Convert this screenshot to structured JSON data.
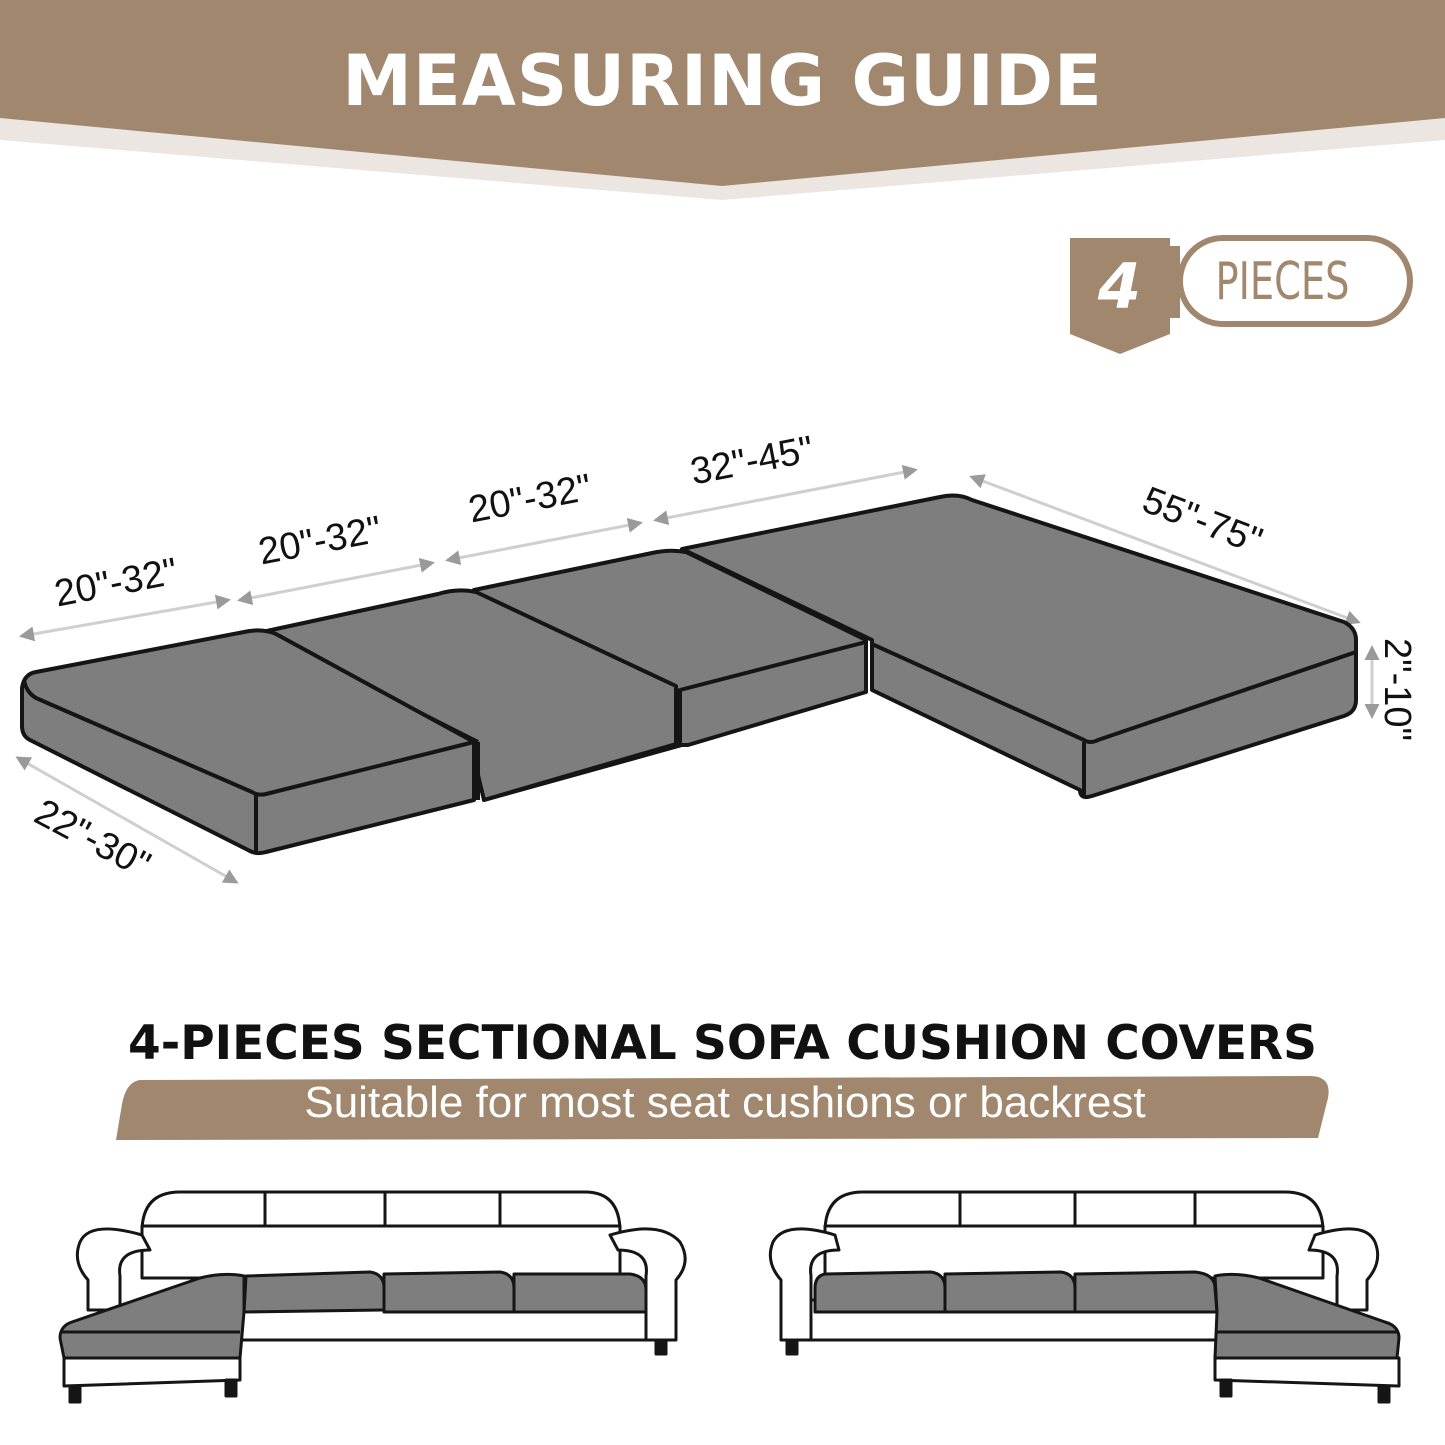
{
  "banner": {
    "title": "MEASURING GUIDE"
  },
  "badge": {
    "number": "4",
    "label": "PIECES"
  },
  "dimensions": {
    "seat_1": "20\"-32\"",
    "seat_2": "20\"-32\"",
    "seat_3": "20\"-32\"",
    "chaise_width": "32\"-45\"",
    "chaise_length": "55\"-75\"",
    "thickness": "2\"-10\"",
    "depth": "22\"-30\""
  },
  "headline": "4-PIECES SECTIONAL SOFA CUSHION COVERS",
  "subline": "Suitable for most seat cushions or backrest",
  "colors": {
    "accent": "#a0876d",
    "cushion": "#808080",
    "text": "#111111"
  },
  "illustrations": [
    "sofa-left-chaise-icon",
    "sofa-right-chaise-icon"
  ]
}
